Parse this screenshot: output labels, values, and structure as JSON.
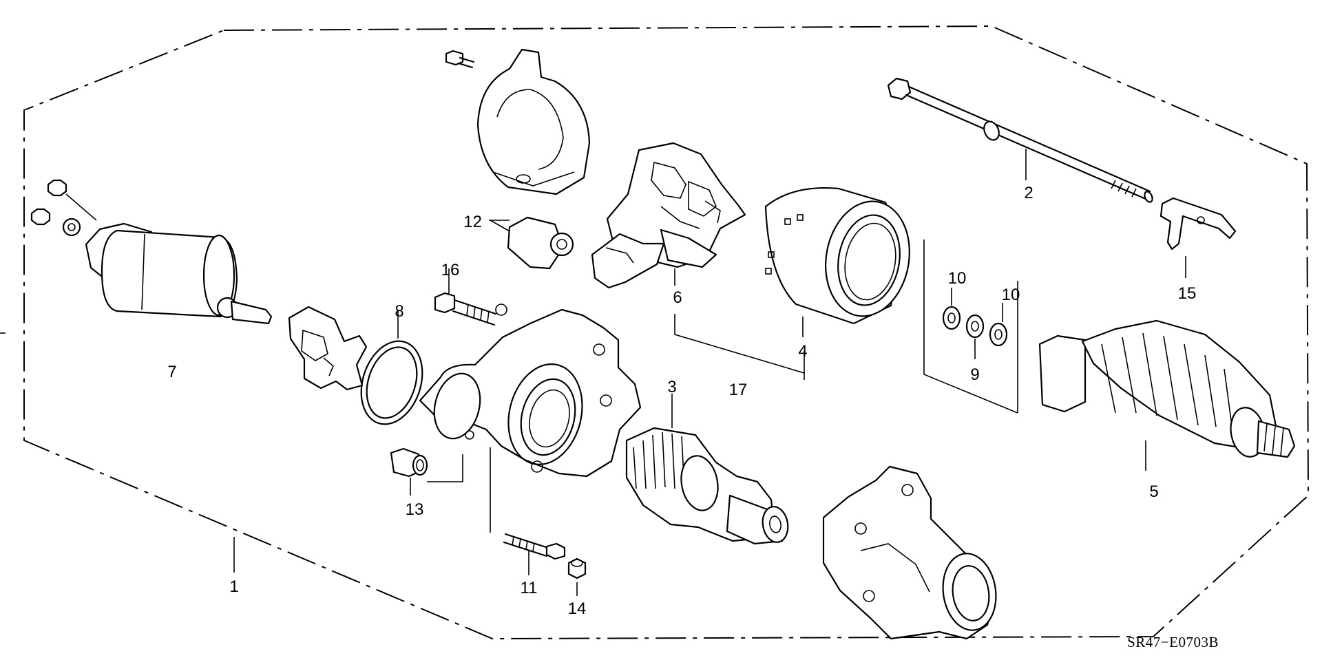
{
  "diagram_code": "SR47−E0703B",
  "callouts": {
    "c1": "1",
    "c2": "2",
    "c3": "3",
    "c4": "4",
    "c5": "5",
    "c6": "6",
    "c7": "7",
    "c8": "8",
    "c9": "9",
    "c10a": "10",
    "c10b": "10",
    "c11": "11",
    "c12": "12",
    "c13": "13",
    "c14": "14",
    "c15": "15",
    "c16": "16",
    "c17": "17"
  }
}
